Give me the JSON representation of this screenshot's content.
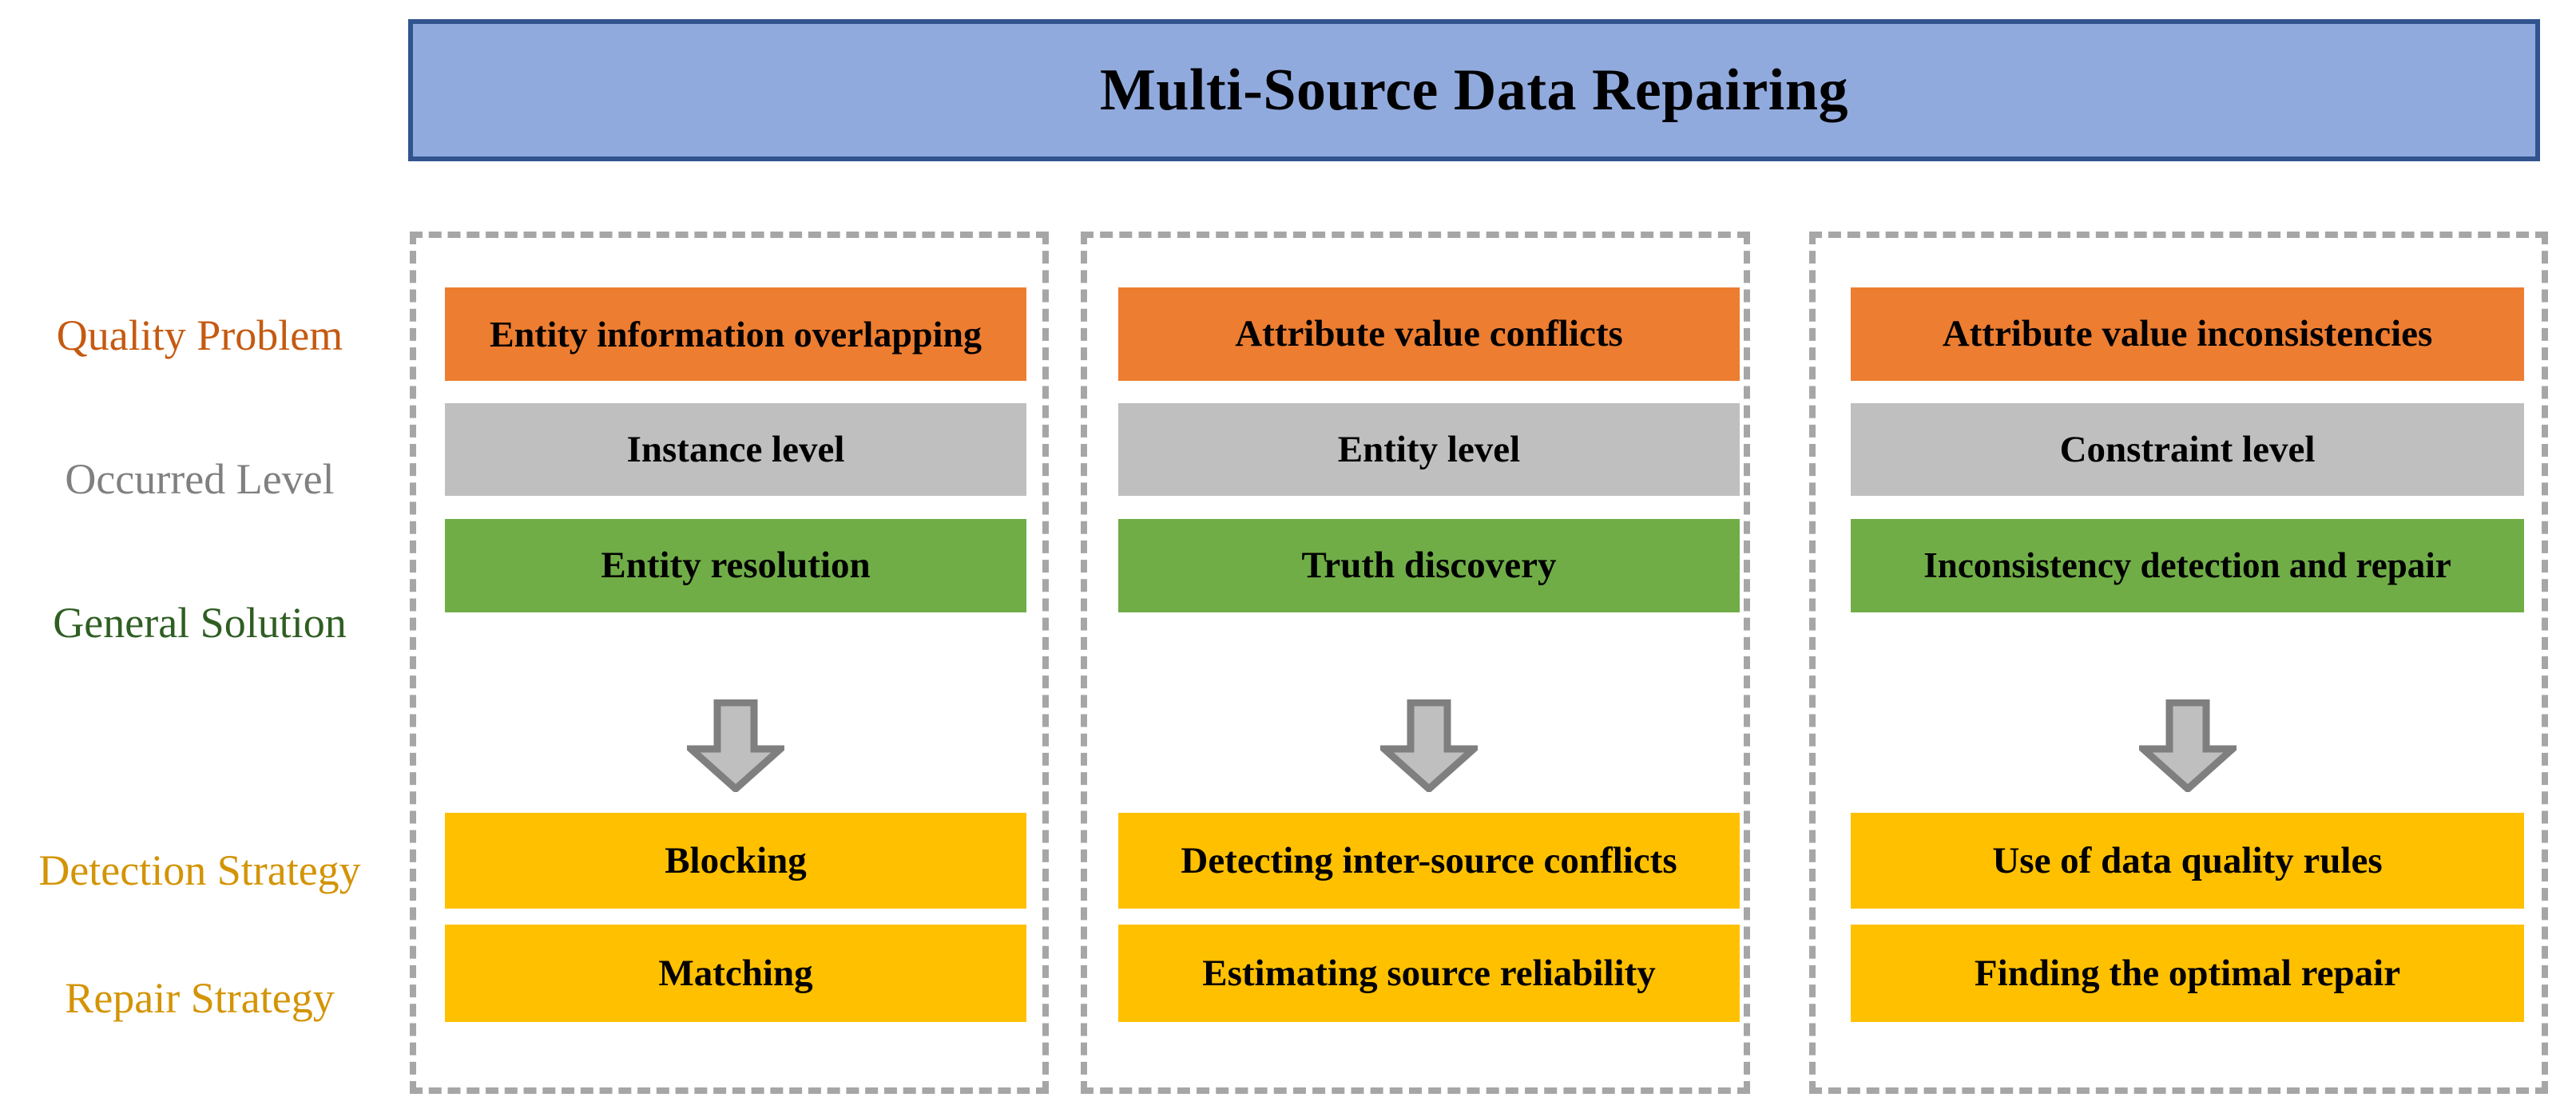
{
  "title": {
    "text": "Multi-Source Data Repairing",
    "fill_color": "#91aadd",
    "border_color": "#31548f"
  },
  "row_labels": [
    {
      "key": "quality_problem",
      "text": "Quality Problem",
      "color": "#c55a11"
    },
    {
      "key": "occurred_level",
      "text": "Occurred Level",
      "color": "#808080"
    },
    {
      "key": "general_solution",
      "text": "General Solution",
      "color": "#2f5e23"
    },
    {
      "key": "detection_strategy",
      "text": "Detection Strategy",
      "color": "#d39405"
    },
    {
      "key": "repair_strategy",
      "text": "Repair Strategy",
      "color": "#d39405"
    }
  ],
  "palette": {
    "problem": "#ed7d31",
    "level": "#bfbfbf",
    "solution": "#70ad47",
    "strategy": "#ffc000",
    "arrow_fill": "#bfbfbf",
    "arrow_stroke": "#7f7f7f",
    "frame_dash": "#a6a6a6"
  },
  "columns": [
    {
      "id": "column-1",
      "quality_problem": "Entity information overlapping",
      "occurred_level": "Instance level",
      "general_solution": "Entity resolution",
      "detection_strategy": "Blocking",
      "repair_strategy": "Matching",
      "arrow": "down-arrow"
    },
    {
      "id": "column-2",
      "quality_problem": "Attribute value conflicts",
      "occurred_level": "Entity level",
      "general_solution": "Truth discovery",
      "detection_strategy": "Detecting inter-source conflicts",
      "repair_strategy": "Estimating source reliability",
      "arrow": "down-arrow"
    },
    {
      "id": "column-3",
      "quality_problem": "Attribute value inconsistencies",
      "occurred_level": "Constraint level",
      "general_solution": "Inconsistency detection and repair",
      "detection_strategy": "Use of data quality rules",
      "repair_strategy": "Finding the optimal repair",
      "arrow": "down-arrow"
    }
  ]
}
